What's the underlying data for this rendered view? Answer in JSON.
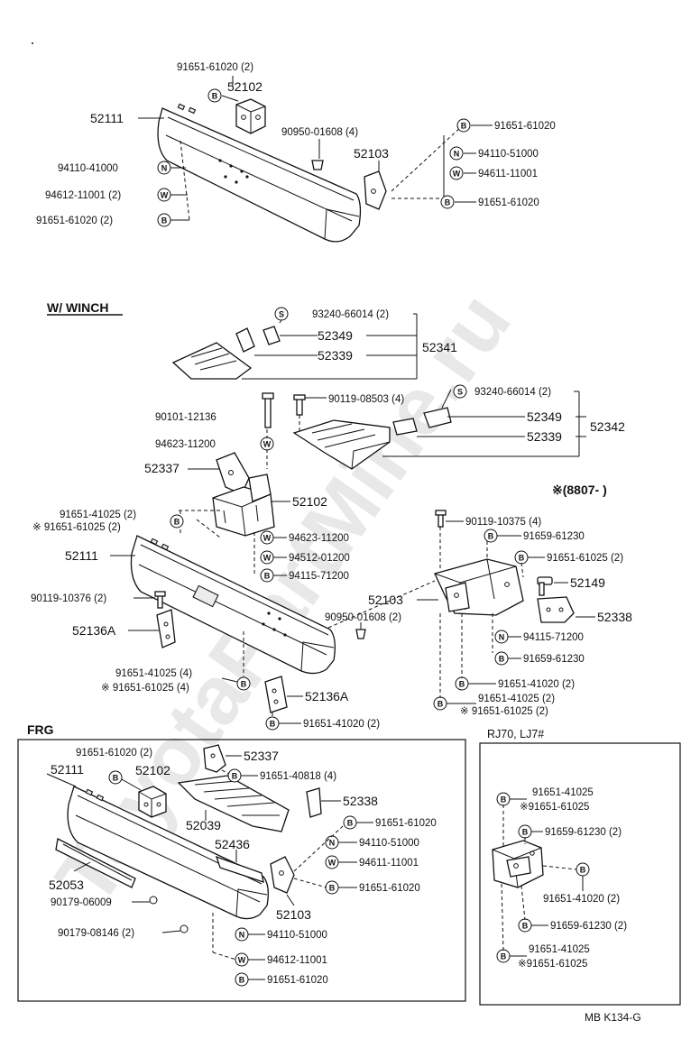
{
  "watermark": "ToyotaPartMine.ru",
  "headings": {
    "winch": "W/ WINCH",
    "frg": "FRG",
    "rj70": "RJ70, LJ7#",
    "date": "※(8807-      )"
  },
  "footer": "MB  K134-G",
  "legend_letters": {
    "bolt": "B",
    "nut": "N",
    "washer": "W",
    "screw": "S"
  },
  "labels": {
    "s1_91651_61020_2": "91651-61020 (2)",
    "s1_52102": "52102",
    "s1_52111": "52111",
    "s1_90950_01608_4": "90950-01608 (4)",
    "s1_52103": "52103",
    "s1_r_91651_61020a": "91651-61020",
    "s1_r_94110_51000": "94110-51000",
    "s1_r_94611_11001": "94611-11001",
    "s1_r_91651_61020b": "91651-61020",
    "s1_l_94110_41000": "94110-41000",
    "s1_l_94612_11001_2": "94612-11001 (2)",
    "s1_l_91651_61020_2": "91651-61020 (2)",
    "s2_93240_66014_2a": "93240-66014 (2)",
    "s2_52349a": "52349",
    "s2_52339a": "52339",
    "s2_52341": "52341",
    "s2_90101_12136": "90101-12136",
    "s2_90119_08503_4": "90119-08503 (4)",
    "s2_93240_66014_2b": "93240-66014 (2)",
    "s2_52349b": "52349",
    "s2_52339b": "52339",
    "s2_52342": "52342",
    "s2_94623_11200a": "94623-11200",
    "s2_52337": "52337",
    "s2_52102": "52102",
    "s2_91651_41025_2": "91651-41025 (2)",
    "s2_x91651_61025_2": "※ 91651-61025 (2)",
    "s2_94623_11200b": "94623-11200",
    "s2_94512_01200": "94512-01200",
    "s2_94115_71200": "94115-71200",
    "s2_52111": "52111",
    "s2_90119_10376_2": "90119-10376 (2)",
    "s2_52136A_a": "52136A",
    "s2_90950_01608_2": "90950-01608 (2)",
    "s2_91651_41025_4": "91651-41025 (4)",
    "s2_x91651_61025_4": "※ 91651-61025 (4)",
    "s2_52136A_b": "52136A",
    "s2_91651_41020_2": "91651-41020 (2)",
    "s3_90119_10375_4": "90119-10375 (4)",
    "s3_91659_61230a": "91659-61230",
    "s3_91651_61025_2": "91651-61025 (2)",
    "s3_52149": "52149",
    "s3_52103": "52103",
    "s3_52338": "52338",
    "s3_94115_71200": "94115-71200",
    "s3_91659_61230b": "91659-61230",
    "s3_91651_41020_2": "91651-41020 (2)",
    "s3_91651_41025_2": "91651-41025 (2)",
    "s3_x91651_61025_2": "※ 91651-61025 (2)",
    "s4_91651_61020_2": "91651-61020 (2)",
    "s4_52111": "52111",
    "s4_52102": "52102",
    "s4_52337": "52337",
    "s4_91651_40818_4": "91651-40818 (4)",
    "s4_52338": "52338",
    "s4_52039": "52039",
    "s4_91651_61020a": "91651-61020",
    "s4_52436": "52436",
    "s4_94110_51000a": "94110-51000",
    "s4_94611_11001": "94611-11001",
    "s4_52053": "52053",
    "s4_91651_61020b": "91651-61020",
    "s4_90179_06009": "90179-06009",
    "s4_52103": "52103",
    "s4_90179_08146_2": "90179-08146 (2)",
    "s4_94110_51000b": "94110-51000",
    "s4_94612_11001": "94612-11001",
    "s4_91651_61020c": "91651-61020",
    "s5_91651_41025a": "91651-41025",
    "s5_x91651_61025a": "※91651-61025",
    "s5_91659_61230_2a": "91659-61230 (2)",
    "s5_91651_41020_2": "91651-41020 (2)",
    "s5_91659_61230_2b": "91659-61230 (2)",
    "s5_91651_41025b": "91651-41025",
    "s5_x91651_61025b": "※91651-61025"
  }
}
